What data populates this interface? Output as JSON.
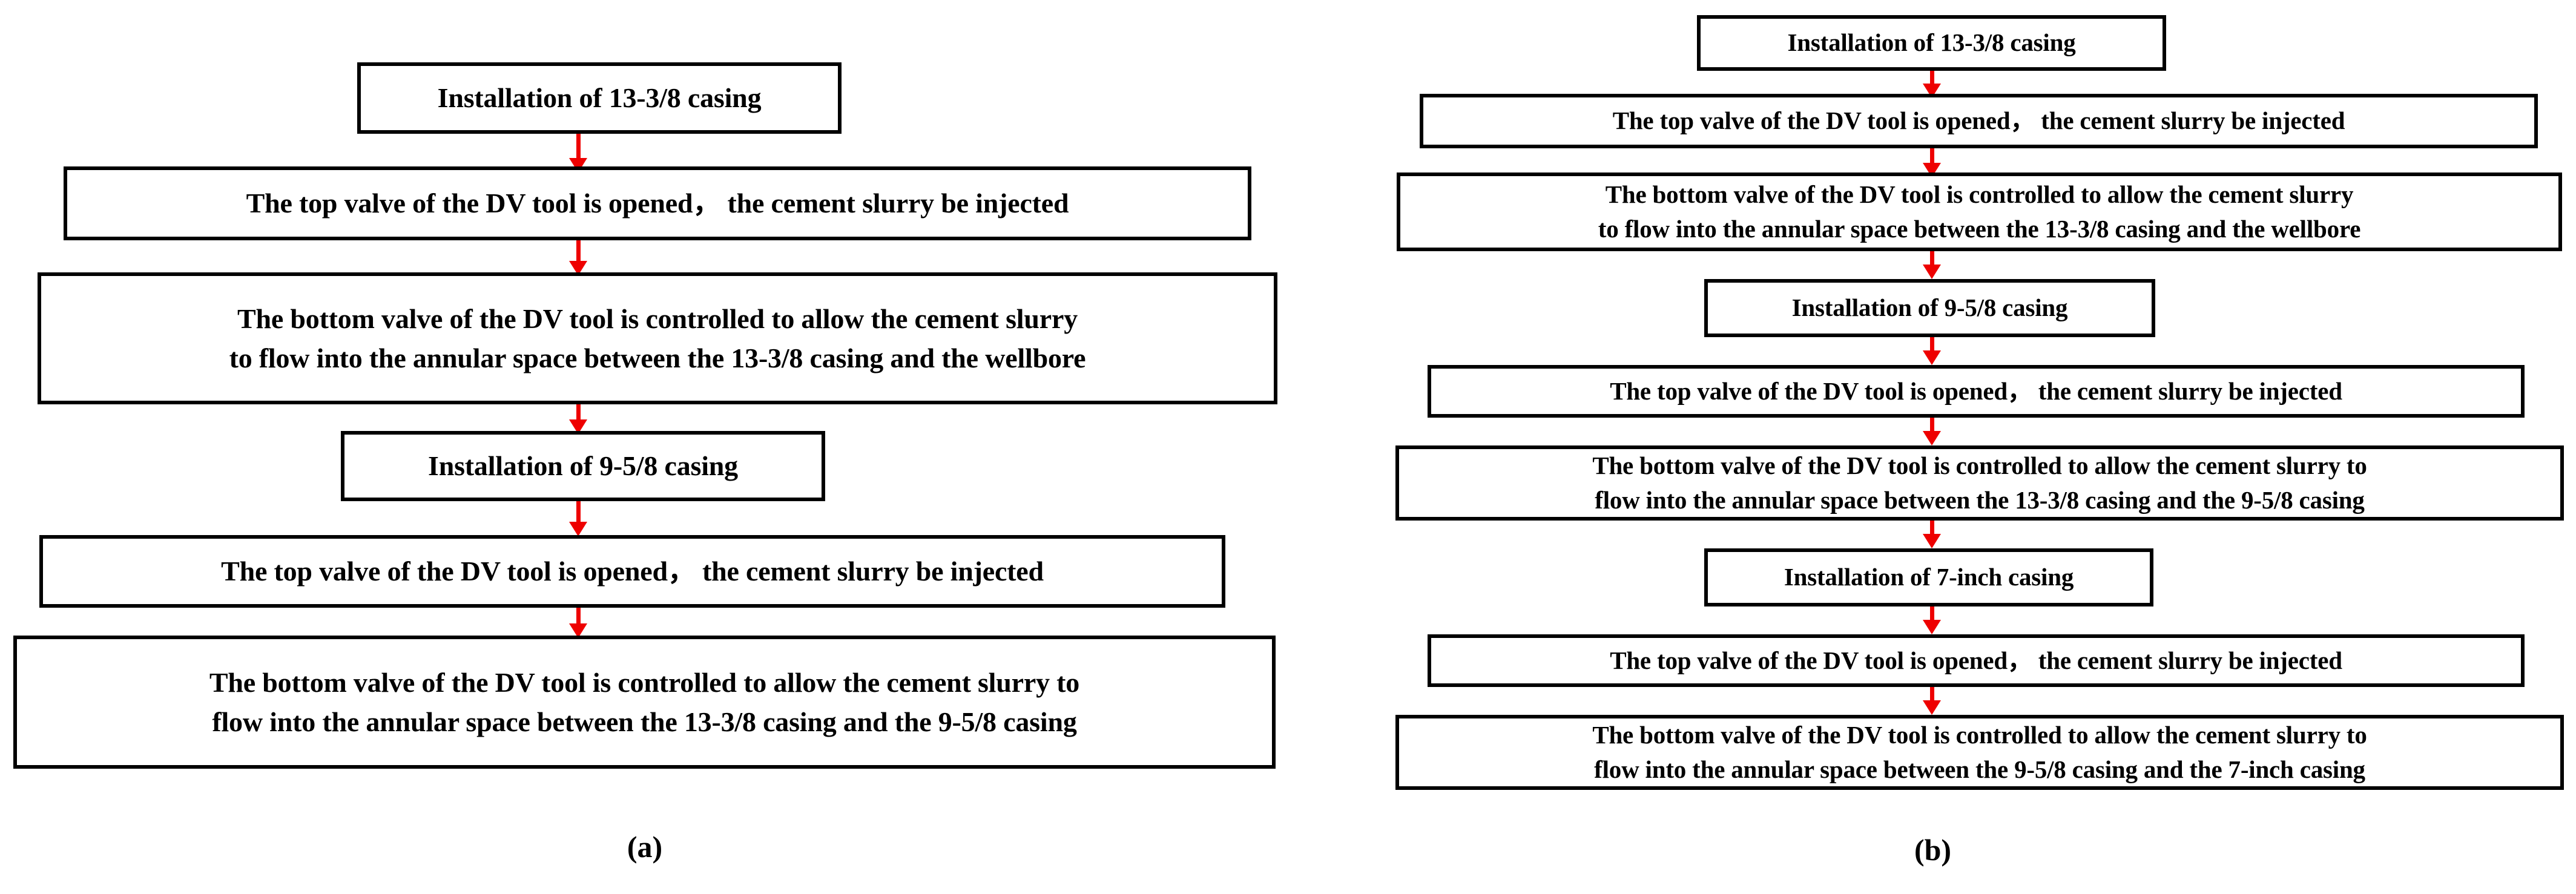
{
  "figure": {
    "type": "process-flowchart",
    "description": "Two-panel cementing process flowchart for multi-stage casing with DV tool",
    "accent_color": "#EE0000",
    "box_border_color": "#000000",
    "background_color": "#FFFFFF",
    "text_color": "#000000"
  },
  "panels": [
    {
      "id": "a",
      "caption": "(a)",
      "steps": [
        {
          "id": "a1",
          "label": "Installation of 13-3/8 casing",
          "lines": [
            "Installation of 13-3/8 casing"
          ]
        },
        {
          "id": "a2",
          "label": "The top valve of the DV tool is opened，  the cement slurry be injected",
          "lines": [
            "The top valve of the DV tool is opened，  the cement slurry be injected"
          ]
        },
        {
          "id": "a3",
          "label": "The bottom valve of the DV tool is controlled to allow the cement slurry to flow into the annular space between the 13-3/8 casing and the wellbore",
          "lines": [
            "The bottom valve of the DV tool is controlled to allow the cement slurry",
            "to flow into the annular space between the 13-3/8 casing and the wellbore"
          ]
        },
        {
          "id": "a4",
          "label": "Installation of 9-5/8 casing",
          "lines": [
            "Installation of 9-5/8 casing"
          ]
        },
        {
          "id": "a5",
          "label": "The top valve of the DV tool is opened，  the cement slurry be injected",
          "lines": [
            "The top valve of the DV tool is opened，  the cement slurry be injected"
          ]
        },
        {
          "id": "a6",
          "label": "The bottom valve of the DV tool is controlled to allow the cement slurry to flow into the annular space between the 13-3/8 casing and the 9-5/8 casing",
          "lines": [
            "The bottom valve of the DV tool is controlled to allow the cement slurry to",
            "flow into the annular space between the 13-3/8 casing and the 9-5/8 casing"
          ]
        }
      ]
    },
    {
      "id": "b",
      "caption": "(b)",
      "steps": [
        {
          "id": "b1",
          "label": "Installation of 13-3/8 casing",
          "lines": [
            "Installation of 13-3/8 casing"
          ]
        },
        {
          "id": "b2",
          "label": "The top valve of the DV tool is opened，  the cement slurry be injected",
          "lines": [
            "The top valve of the DV tool is opened，  the cement slurry be injected"
          ]
        },
        {
          "id": "b3",
          "label": "The bottom valve of the DV tool is controlled to allow the cement slurry to flow into the annular space between the 13-3/8 casing and the wellbore",
          "lines": [
            "The bottom valve of the DV tool is controlled to allow the cement slurry",
            "to flow into the annular space between the 13-3/8 casing and the wellbore"
          ]
        },
        {
          "id": "b4",
          "label": "Installation of 9-5/8 casing",
          "lines": [
            "Installation of 9-5/8 casing"
          ]
        },
        {
          "id": "b5",
          "label": "The top valve of the DV tool is opened，  the cement slurry be injected",
          "lines": [
            "The top valve of the DV tool is opened，  the cement slurry be injected"
          ]
        },
        {
          "id": "b6",
          "label": "The bottom valve of the DV tool is controlled to allow the cement slurry to flow into the annular space between the 13-3/8 casing and the 9-5/8 casing",
          "lines": [
            "The bottom valve of the DV tool is controlled to allow the cement slurry to",
            "flow into the annular space between the 13-3/8 casing and the 9-5/8 casing"
          ]
        },
        {
          "id": "b7",
          "label": "Installation of 7-inch casing",
          "lines": [
            "Installation of 7-inch casing"
          ]
        },
        {
          "id": "b8",
          "label": "The top valve of the DV tool is opened，  the cement slurry be injected",
          "lines": [
            "The top valve of the DV tool is opened，  the cement slurry be injected"
          ]
        },
        {
          "id": "b9",
          "label": "The bottom valve of the DV tool is controlled to allow the cement slurry to flow into the annular space between the 9-5/8 casing and the 7-inch casing",
          "lines": [
            "The bottom valve of the DV tool is controlled to allow the cement slurry to",
            "flow into the annular space between the 9-5/8 casing and the 7-inch casing"
          ]
        }
      ]
    }
  ]
}
